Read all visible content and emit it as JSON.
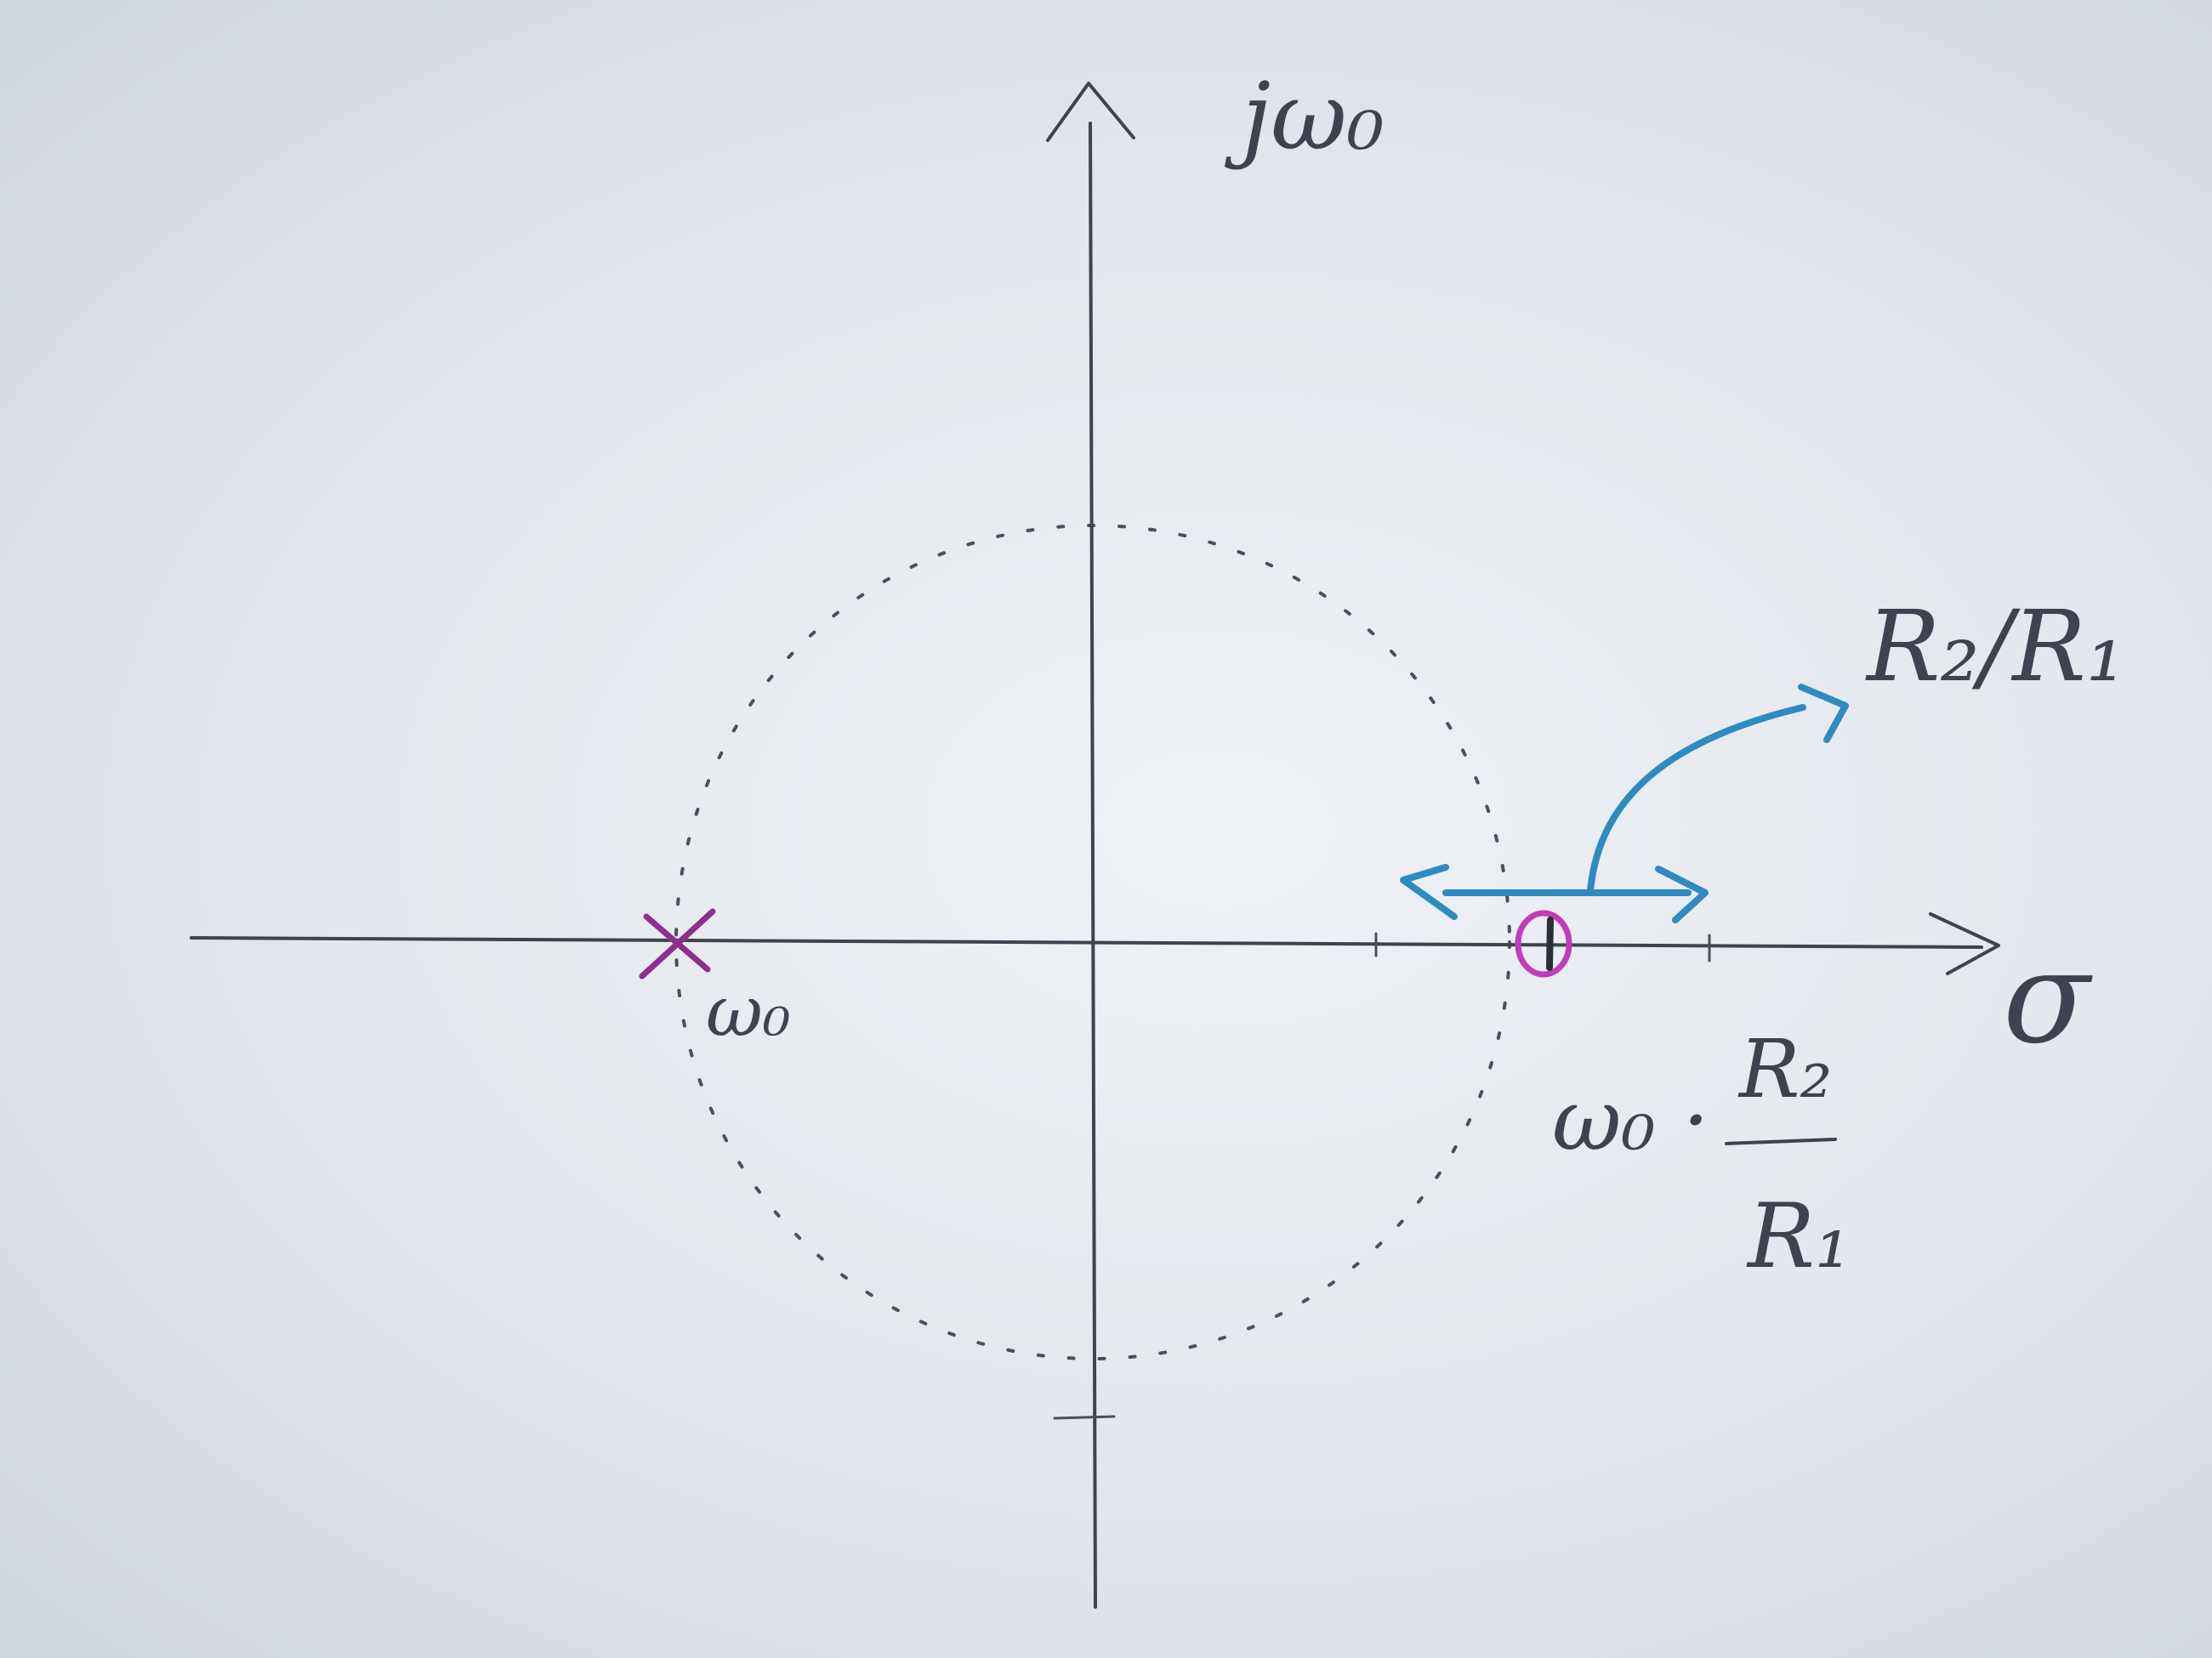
{
  "diagram": {
    "axes": {
      "vertical_label": "jω₀",
      "horizontal_label": "σ"
    },
    "pole": {
      "marker": "×",
      "label": "ω₀",
      "color": "#8e2f8e"
    },
    "zero": {
      "marker": "o",
      "label_prefix": "ω₀ ·",
      "label_numerator": "R₂",
      "label_denominator": "R₁",
      "color": "#c23bb8"
    },
    "zero_motion": {
      "label": "R₂/R₁",
      "color": "#2e8bc0"
    }
  }
}
